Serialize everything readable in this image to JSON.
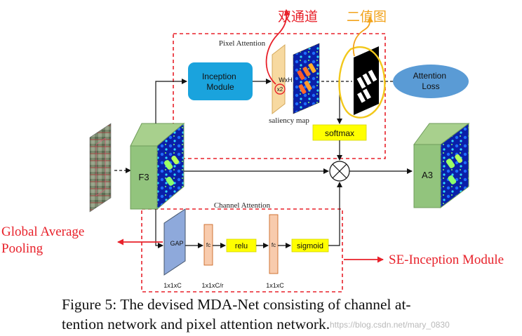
{
  "figure": {
    "caption": "Figure 5: The devised MDA-Net consisting of channel attention network and pixel attention network.",
    "caption_line1": "Figure 5: The devised MDA-Net consisting of channel at-",
    "caption_line2": "tention network and pixel attention network.",
    "watermark": "https://blog.csdn.net/mary_0830"
  },
  "pixel_attention": {
    "title": "Pixel Attention",
    "inception_module": "Inception Module",
    "inception_line1": "Inception",
    "inception_line2": "Module",
    "wxh": "WxH",
    "x2": "x2",
    "saliency_map": "saliency map",
    "softmax": "softmax",
    "attention_loss_line1": "Attention",
    "attention_loss_line2": "Loss"
  },
  "channel_attention": {
    "title": "Channel Attention",
    "gap": "GAP",
    "fc1": "fc",
    "relu": "relu",
    "fc2": "fc",
    "sigmoid": "sigmoid",
    "dim1": "1x1xC",
    "dim2": "1x1xC/r",
    "dim3": "1x1xC"
  },
  "blocks": {
    "f3": "F3",
    "a3": "A3"
  },
  "annotations": {
    "dual_channel": "双通道",
    "binary_map": "二值图",
    "global_average_pooling_line1": "Global Average",
    "global_average_pooling_line2": "Pooling",
    "se_inception": "SE-Inception Module"
  },
  "colors": {
    "red_annotation": "#e8212a",
    "orange_annotation": "#f2a31b",
    "inception_blue": "#1aa3dd",
    "attention_loss_blue": "#5a9bd5",
    "green_block": "#92c47d",
    "softmax_yellow": "#ffff00",
    "fc_orange": "#f8cbad",
    "gap_blue": "#8ea9db",
    "wxh_tan": "#f7d9a0"
  }
}
